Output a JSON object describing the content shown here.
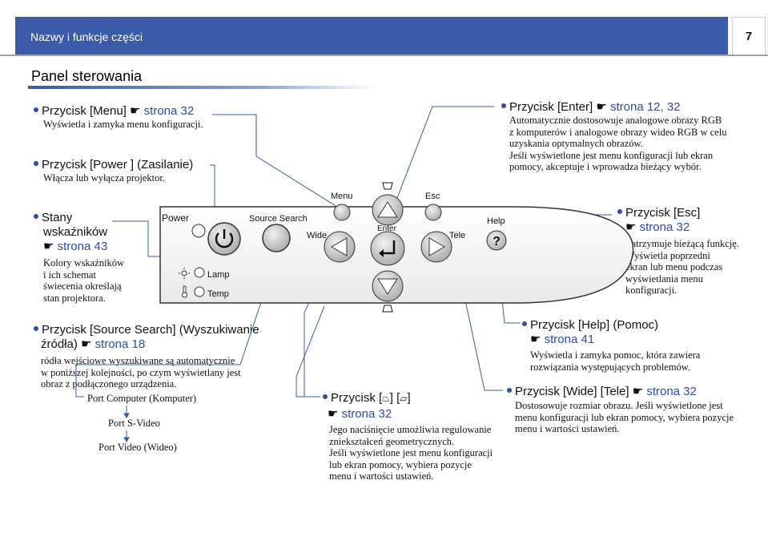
{
  "header": {
    "title": "Nazwy i funkcje części",
    "page_number": "7"
  },
  "section_title": "Panel sterowania",
  "callouts": {
    "menu": {
      "label": "Przycisk [Menu] ",
      "ref": "strona 32",
      "desc": "Wyświetla i zamyka menu konfiguracji."
    },
    "power": {
      "label": "Przycisk [Power ] (Zasilanie)",
      "desc": "Włącza lub wyłącza projektor."
    },
    "indicators": {
      "line1": "Stany",
      "line2": "wskaźników",
      "ref": "strona 43",
      "desc1": "Kolory wskaźników",
      "desc2": "i ich schemat",
      "desc3": "świecenia określają",
      "desc4": "stan projektora."
    },
    "source": {
      "line1": "Przycisk [Source Search] (Wyszukiwanie",
      "line2a": "źródła) ",
      "ref": "strona 18",
      "desc1": "ródła wejściowe wyszukiwane są automatycznie",
      "desc2": "w poniższej kolejności, po czym wyświetlany jest",
      "desc3": "obraz z podłączonego urządzenia.",
      "flow1": "Port Computer (Komputer)",
      "flow2": "Port S-Video",
      "flow3": "Port Video (Wideo)"
    },
    "enter": {
      "label": "Przycisk [Enter] ",
      "ref": "strona 12, 32",
      "desc1": "Automatycznie dostosowuje analogowe obrazy RGB",
      "desc2": "z komputerów i analogowe obrazy wideo RGB w celu",
      "desc3": "uzyskania optymalnych obrazów.",
      "desc4": "Jeśli wyświetlone jest menu konfiguracji lub ekran",
      "desc5": "pomocy, akceptuje i wprowadza bieżący wybór."
    },
    "esc": {
      "label": "Przycisk [Esc]",
      "ref": "strona 32",
      "desc1": "Zatrzymuje bieżącą funkcję.",
      "desc2": "Wyświetla poprzedni",
      "desc3": "ekran lub menu podczas",
      "desc4": "wyświetlania menu",
      "desc5": "konfiguracji."
    },
    "help": {
      "label": "Przycisk [Help] (Pomoc)",
      "ref": "strona 41",
      "desc1": "Wyświetla i zamyka pomoc, która zawiera",
      "desc2": "rozwiązania występujących problemów."
    },
    "widetele": {
      "label": "Przycisk [Wide] [Tele] ",
      "ref": "strona 32",
      "desc1": "Dostosowuje rozmiar obrazu. Jeśli wyświetlone jest",
      "desc2": "menu konfiguracji lub ekran pomocy, wybiera pozycje",
      "desc3": "menu i wartości ustawień."
    },
    "keystone": {
      "label_a": "Przycisk [",
      "label_b": "] [",
      "label_c": "]",
      "ref": "strona 32",
      "desc1": "Jego naciśnięcie umożliwia regulowanie",
      "desc2": "zniekształceń geometrycznych.",
      "desc3": "Jeśli wyświetlone jest menu konfiguracji",
      "desc4": "lub ekran pomocy, wybiera pozycje",
      "desc5": "menu i wartości ustawień."
    }
  },
  "panel": {
    "power": "Power",
    "lamp": "Lamp",
    "temp": "Temp",
    "source_search": "Source Search",
    "wide": "Wide",
    "menu": "Menu",
    "enter": "Enter",
    "esc": "Esc",
    "tele": "Tele",
    "help": "Help"
  },
  "icons": {
    "pointer": "pointing-hand-icon",
    "power": "power-icon"
  },
  "colors": {
    "header": "#3b5aa8",
    "accent": "#2a4cb0"
  }
}
